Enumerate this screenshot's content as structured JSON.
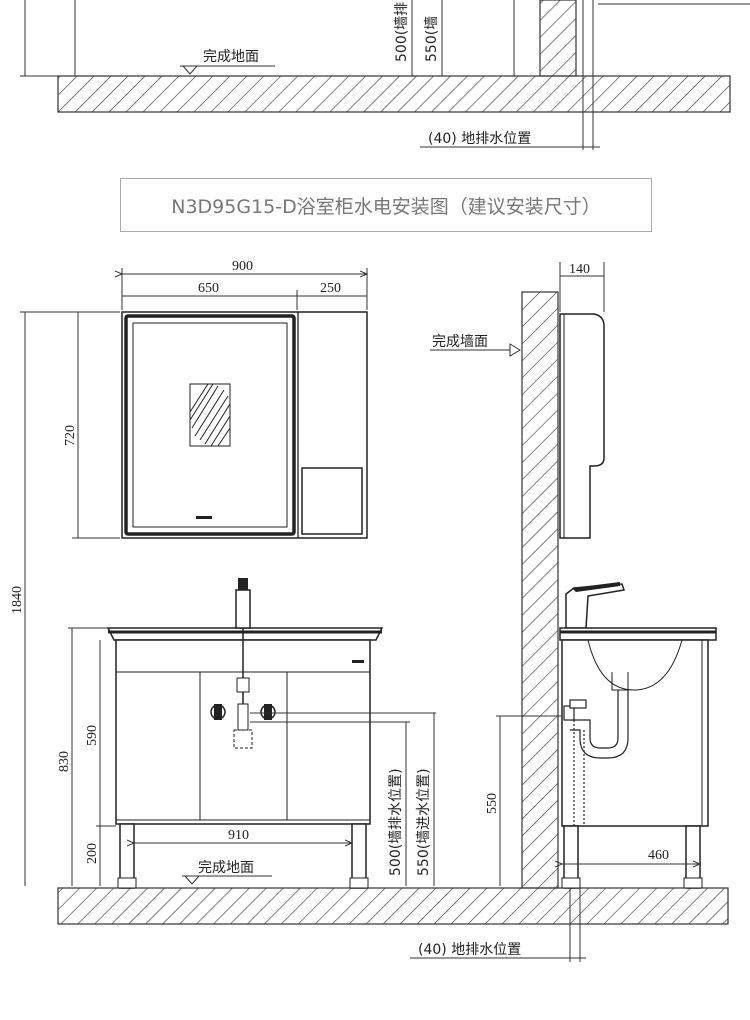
{
  "title": "N3D95G15-D浴室柜水电安装图（建议安装尺寸）",
  "top": {
    "floor_label": "完成地面",
    "drain_label": "(40) 地排水位置",
    "v500": "500(墙排",
    "v550": "550(墙"
  },
  "front": {
    "w900": "900",
    "w650": "650",
    "w250": "250",
    "h720": "720",
    "h1840": "1840",
    "h830": "830",
    "h590": "590",
    "h200": "200",
    "w910": "910",
    "floor_label": "完成地面",
    "v500": "500(墙排水位置)",
    "v550": "550(墙进水位置)"
  },
  "side": {
    "d140": "140",
    "wall_label": "完成墙面",
    "h550": "550",
    "d460": "460",
    "drain_label": "(40) 地排水位置"
  }
}
